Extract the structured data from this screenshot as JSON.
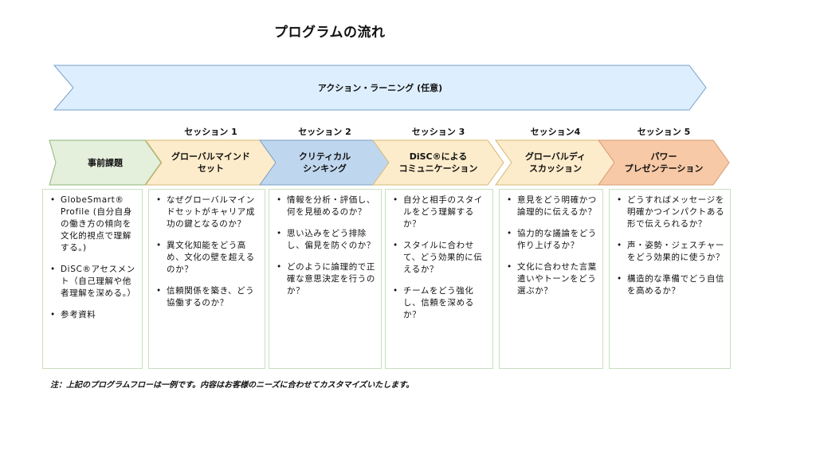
{
  "title": "プログラムの流れ",
  "banner": "アクション・ラーニング (任意)",
  "note": "注：上記のプログラムフローは一例です。内容はお客様のニーズに合わせてカスタマイズいたします。",
  "colors": {
    "banner_fill": "#ddeeff",
    "banner_stroke": "#7aa0c8",
    "prework": "#e4efdc",
    "global_mindset": "#fdeccb",
    "critical_thinking": "#bfd7ee",
    "disc": "#fdeccb",
    "global_discussion": "#fdeccb",
    "presentation": "#f8c9a6",
    "card_border": "#c9dfc0"
  },
  "sessions": [
    {
      "session_label": "",
      "chevron": "事前課題",
      "bullets": [
        "GlobeSmart® Profile (自分自身の働き方の傾向を文化的視点で理解する。)",
        "DiSC®アセスメント（自己理解や他者理解を深める。）",
        "参考資料"
      ]
    },
    {
      "session_label": "セッション 1",
      "chevron": "グローバルマインド\nセット",
      "bullets": [
        "なぜグローバルマインドセットがキャリア成功の鍵となるのか？",
        "異文化知能をどう高め、文化の壁を超えるのか？",
        "信頼関係を築き、どう協働するのか？"
      ]
    },
    {
      "session_label": "セッション 2",
      "chevron": "クリティカル\nシンキング",
      "bullets": [
        "情報を分析・評価し、何を見極めるのか？",
        "思い込みをどう排除し、偏見を防ぐのか？",
        "どのように論理的で正確な意思決定を行うのか？"
      ]
    },
    {
      "session_label": "セッション 3",
      "chevron": "DiSC®による\nコミュニケーション",
      "bullets": [
        "自分と相手のスタイルをどう理解するか？",
        "スタイルに合わせて、どう効果的に伝えるか？",
        "チームをどう強化し、信頼を深めるか？"
      ]
    },
    {
      "session_label": "セッション4",
      "chevron": "グローバルディ\nスカッション",
      "bullets": [
        "意見をどう明確かつ論理的に伝えるか？",
        "協力的な議論をどう作り上げるか？",
        "文化に合わせた言葉遣いやトーンをどう選ぶか？"
      ]
    },
    {
      "session_label": "セッション 5",
      "chevron": "パワー\nプレゼンテーション",
      "bullets": [
        "どうすればメッセージを明確かつインパクトある形で伝えられるか？",
        "声・姿勢・ジェスチャーをどう効果的に使うか？",
        "構造的な準備でどう自信を高めるか？"
      ]
    }
  ]
}
